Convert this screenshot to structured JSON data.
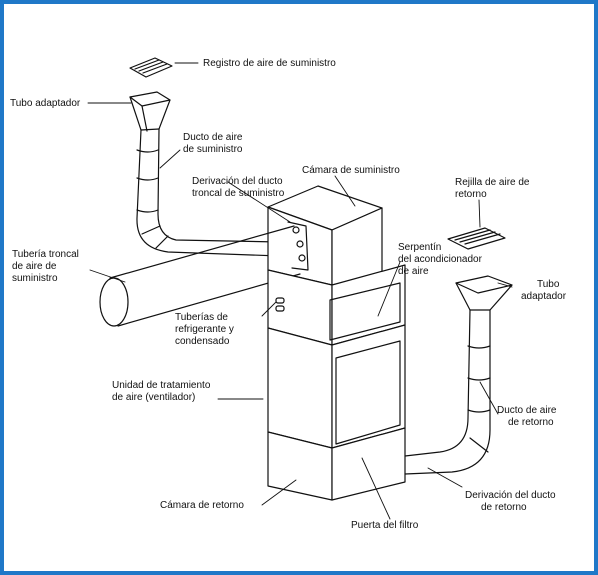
{
  "labels": {
    "registro_suministro": "Registro de aire de suministro",
    "tubo_adaptador_izq": "Tubo adaptador",
    "ducto_suministro_1": "Ducto de aire",
    "ducto_suministro_2": "de suministro",
    "camara_suministro": "Cámara de suministro",
    "rejilla_retorno_1": "Rejilla de aire de",
    "rejilla_retorno_2": "retorno",
    "derivacion_troncal_1": "Derivación del ducto",
    "derivacion_troncal_2": "troncal de suministro",
    "tuberia_troncal_1": "Tubería troncal",
    "tuberia_troncal_2": "de aire de",
    "tuberia_troncal_3": "suministro",
    "serpentin_1": "Serpentín",
    "serpentin_2": "del acondicionador",
    "serpentin_3": "de aire",
    "tubo_adaptador_der_1": "Tubo",
    "tubo_adaptador_der_2": "adaptador",
    "tuberias_refrigerante_1": "Tuberías de",
    "tuberias_refrigerante_2": "refrigerante y",
    "tuberias_refrigerante_3": "condensado",
    "unidad_tratamiento_1": "Unidad de tratamiento",
    "unidad_tratamiento_2": "de aire (ventilador)",
    "ducto_retorno_1": "Ducto de aire",
    "ducto_retorno_2": "de retorno",
    "camara_retorno": "Cámara de retorno",
    "derivacion_retorno_1": "Derivación del ducto",
    "derivacion_retorno_2": "de retorno",
    "puerta_filtro": "Puerta del filtro"
  }
}
